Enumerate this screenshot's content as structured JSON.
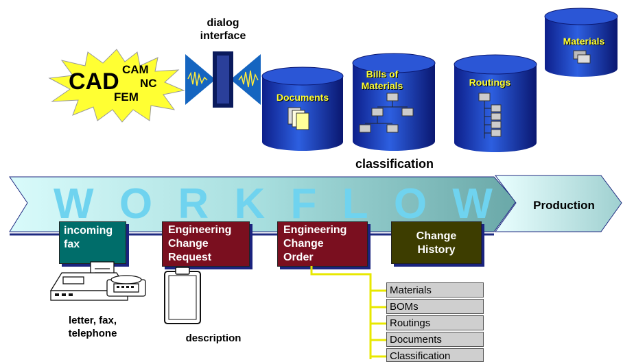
{
  "cad_burst": {
    "main": "CAD",
    "cam": "CAM",
    "nc": "NC",
    "fem": "FEM"
  },
  "dialog": {
    "line1": "dialog",
    "line2": "interface"
  },
  "cylinders": {
    "documents": "Documents",
    "boms_line1": "Bills of",
    "boms_line2": "Materials",
    "routings": "Routings",
    "materials": "Materials"
  },
  "classification_label": "classification",
  "workflow": {
    "letters": [
      "W",
      "O",
      "R",
      "K",
      "F",
      "L",
      "O",
      "W"
    ],
    "production": "Production"
  },
  "boxes": {
    "incoming": {
      "line1": "incoming",
      "line2": "fax",
      "color": "#006d6a"
    },
    "ecr": {
      "line1": "Engineering",
      "line2": "Change",
      "line3": "Request",
      "color": "#7a0f1f"
    },
    "eco": {
      "line1": "Engineering",
      "line2": "Change",
      "line3": "Order",
      "color": "#7a0f1f"
    },
    "history": {
      "line1": "Change",
      "line2": "History",
      "color": "#3d3d00"
    }
  },
  "captions": {
    "fax_line1": "letter, fax,",
    "fax_line2": "telephone",
    "description": "description"
  },
  "history_items": [
    "Materials",
    "BOMs",
    "Routings",
    "Documents",
    "Classification"
  ]
}
